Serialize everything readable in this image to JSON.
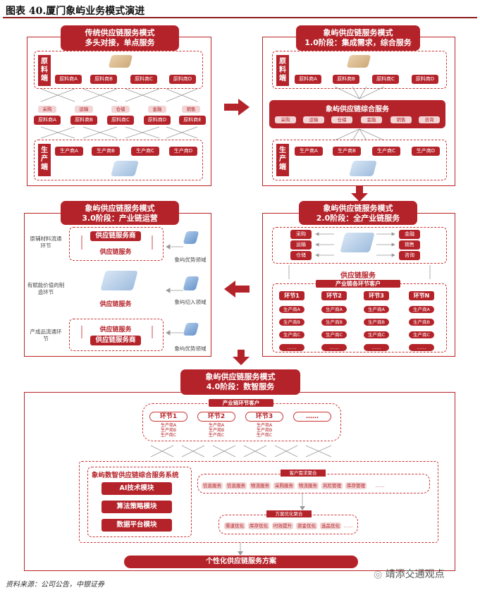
{
  "header": {
    "title": "图表 40.厦门象屿业务模式演进"
  },
  "traditional": {
    "tab_line1": "传统供应链服务模式",
    "tab_line2": "多头对接，单点服务",
    "raw_label": "原料端",
    "raw_items": [
      "原料商A",
      "原料商B",
      "原料商C",
      "原料商D"
    ],
    "services": [
      "采购",
      "运输",
      "仓储",
      "金融",
      "销售"
    ],
    "mid_items": [
      "原料商A",
      "原料商B",
      "原料商C",
      "原料商D",
      "原料商E"
    ],
    "prod_label": "生产端",
    "prod_items": [
      "生产商A",
      "生产商B",
      "生产商C",
      "生产商D"
    ]
  },
  "stage1": {
    "tab_line1": "象屿供应链服务模式",
    "tab_line2": "1.0阶段：集成需求，综合服务",
    "raw_label": "原料端",
    "raw_items": [
      "原料商A",
      "原料商B",
      "原料商C",
      "原料商D"
    ],
    "integrated": "象屿供应链综合服务",
    "services": [
      "采购",
      "运输",
      "仓储",
      "金融",
      "销售",
      "咨询"
    ],
    "prod_label": "生产端",
    "prod_items": [
      "生产商A",
      "生产商B",
      "生产商C",
      "生产商D"
    ]
  },
  "stage2": {
    "tab_line1": "象屿供应链服务模式",
    "tab_line2": "2.0阶段：全产业链服务",
    "left_services": [
      "采购",
      "运输",
      "仓储"
    ],
    "right_services": [
      "金融",
      "销售",
      "咨询"
    ],
    "supply_label": "供应链服务",
    "customers_label": "产业链各环节客户",
    "columns": [
      {
        "head": "环节1",
        "items": [
          "生产商A",
          "生产商B",
          "生产商C",
          "……"
        ]
      },
      {
        "head": "环节2",
        "items": [
          "生产商A",
          "生产商B",
          "生产商C",
          "……"
        ]
      },
      {
        "head": "环节3",
        "items": [
          "生产商A",
          "生产商B",
          "生产商C",
          "……"
        ]
      },
      {
        "head": "环节N",
        "items": [
          "生产商A",
          "生产商B",
          "生产商C",
          "……"
        ]
      }
    ]
  },
  "stage3": {
    "tab_line1": "象屿供应链服务模式",
    "tab_line2": "3.0阶段：产业链运营",
    "left_labels": [
      "原辅材料流通环节",
      "有赋能价值的制造环节",
      "产成品流通环节"
    ],
    "top_box": [
      "供应链服务商",
      "供应链服务"
    ],
    "middle": "供应链服务",
    "bottom_box": [
      "供应链服务",
      "供应链服务商"
    ],
    "right_labels": [
      "象屿优势领域",
      "象屿切入领域",
      "象屿优势领域"
    ]
  },
  "stage4": {
    "tab_line1": "象屿供应链服务模式",
    "tab_line2": "4.0阶段：数智服务",
    "customers_label": "产业链环节客户",
    "links": [
      "环节1",
      "环节2",
      "环节3",
      "……"
    ],
    "link_sub": [
      "生产商A",
      "生产商B",
      "生产商C"
    ],
    "system_title": "象屿数智供应链综合服务系统",
    "modules": [
      "AI技术模块",
      "算法策略模块",
      "数据平台模块"
    ],
    "demand_label": "客户需求聚合",
    "demand_items": [
      "信息服务",
      "信息服务",
      "物流服务",
      "采购服务",
      "物流服务",
      "风险管理",
      "库存管理",
      "……"
    ],
    "plan_label": "方案优化聚合",
    "plan_items": [
      "渠道优化",
      "库存优化",
      "时效提升",
      "资金优化",
      "选品优化",
      "……"
    ],
    "output": "个性化供应链服务方案"
  },
  "footer": {
    "source": "资料来源：公司公告，中银证券"
  },
  "watermark": "靖添交通观点",
  "colors": {
    "accent": "#b5232a"
  }
}
